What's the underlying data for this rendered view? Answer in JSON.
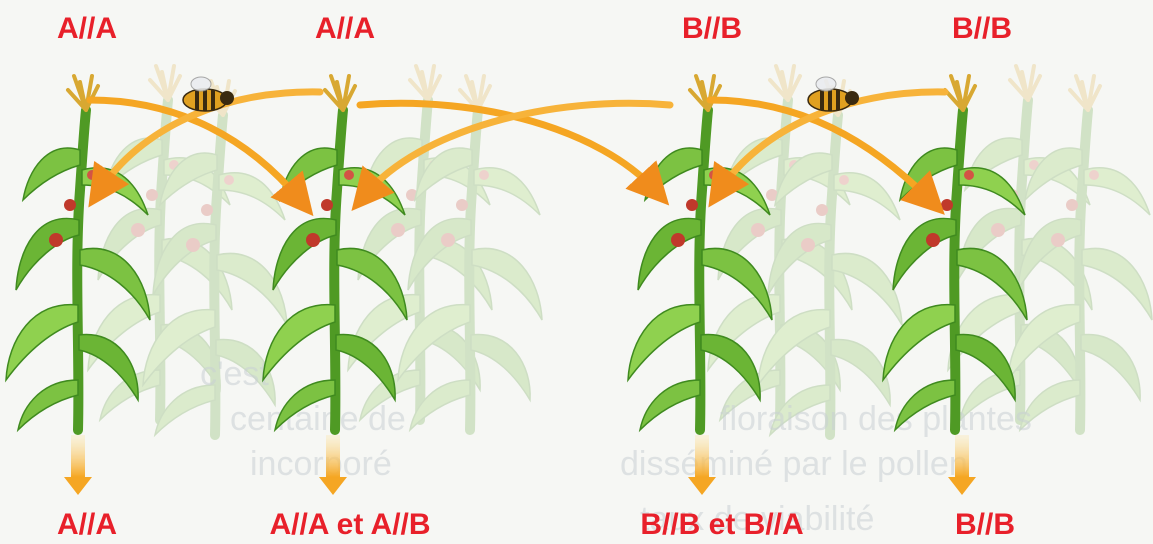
{
  "diagram": {
    "plants": [
      {
        "id": "plant-1",
        "genotype_top": "A//A",
        "genotype_bottom": "A//A"
      },
      {
        "id": "plant-2",
        "genotype_top": "A//A",
        "genotype_bottom": "A//A et A//B"
      },
      {
        "id": "plant-3",
        "genotype_top": "B//B",
        "genotype_bottom": "B//B et B//A"
      },
      {
        "id": "plant-4",
        "genotype_top": "B//B",
        "genotype_bottom": "B//B"
      }
    ],
    "background_text_lines": [
      "floraison des plantes",
      "disséminé par le pollen",
      "c'est",
      "centaine de",
      "incorporé",
      "taux de viabilité"
    ],
    "colors": {
      "label": "#e8202a",
      "arrow": "#f5a623",
      "arrow_dark": "#e8891a",
      "stem": "#5aa02c",
      "leaf": "#7cc242",
      "leaf_dark": "#3f8a1f",
      "tassel": "#e0b43a",
      "silk": "#c0392b",
      "bee_body": "#e0a020",
      "bee_stripe": "#3a2a10"
    },
    "icons": [
      "bee-icon",
      "corn-plant-icon",
      "pollen-arrow-icon",
      "down-arrow-icon"
    ]
  }
}
